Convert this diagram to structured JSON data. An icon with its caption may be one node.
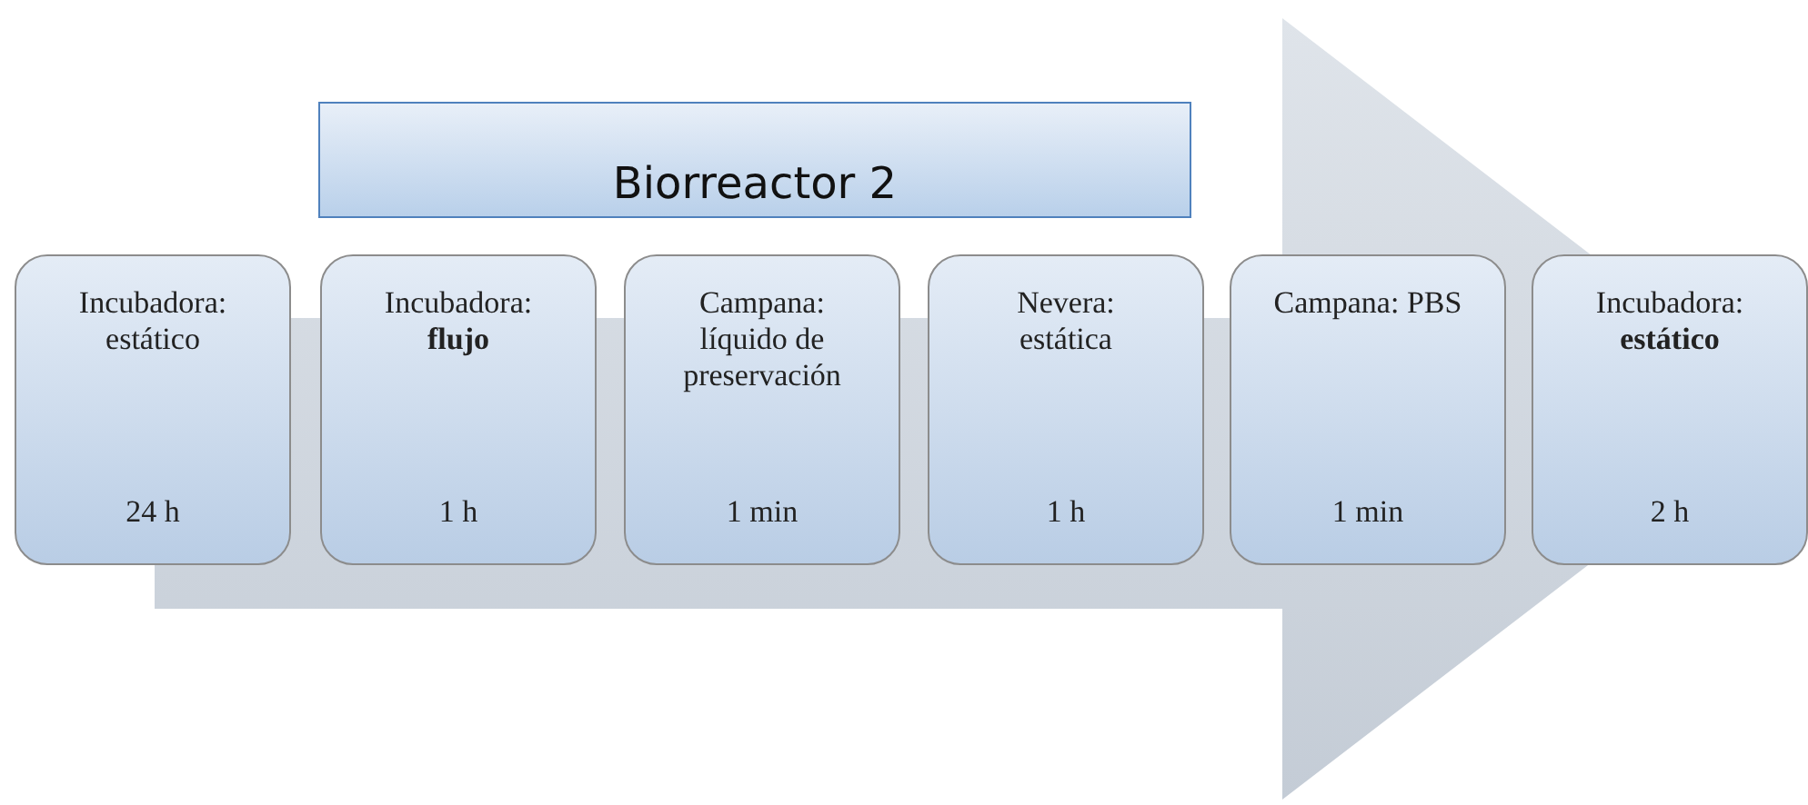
{
  "diagram": {
    "nodes": [
      {
        "text": [
          "Biorreactor 2"
        ]
      },
      {
        "text": [
          "Incubadora: estático",
          "24 h"
        ]
      },
      {
        "text": [
          "Incubadora: **flujo**",
          "1 h"
        ]
      },
      {
        "text": [
          "Campana: líquido de preservación",
          "1 min"
        ]
      },
      {
        "text": [
          "Nevera: estática",
          "1 h"
        ]
      },
      {
        "text": [
          "Campana: PBS",
          "1 min"
        ]
      },
      {
        "text": [
          "Incubadora: **estático**",
          "2 h"
        ]
      }
    ],
    "edges": [
      {
        "from": 1,
        "to": 6,
        "arrow": "to"
      }
    ]
  }
}
